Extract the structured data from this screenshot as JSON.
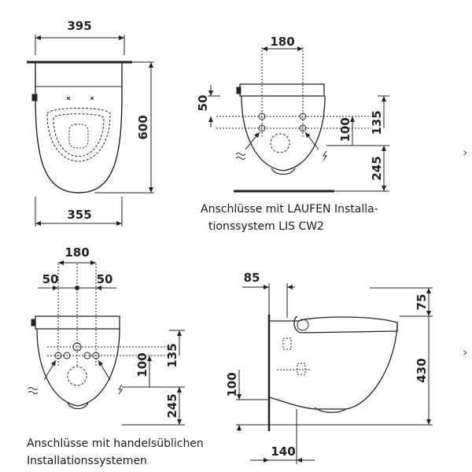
{
  "dimensions": {
    "top_view": {
      "overall_width": "395",
      "depth": "600",
      "bowl_width": "355"
    },
    "front_lis": {
      "connection_spacing": "180",
      "upper_offset": "50",
      "vertical_100": "100",
      "vertical_135": "135",
      "floor_height": "245"
    },
    "front_standard": {
      "connection_spacing": "180",
      "left_offset": "50",
      "right_offset": "50",
      "vertical_100": "100",
      "vertical_135": "135",
      "floor_height": "245"
    },
    "side_view": {
      "wall_offset": "85",
      "top_gap": "75",
      "height": "430",
      "lower_100": "100",
      "bottom_140": "140"
    }
  },
  "captions": {
    "lis_line1": "Anschlüsse mit LAUFEN Installa-",
    "lis_line2": "tionssystem LIS CW2",
    "std_line1": "Anschlüsse mit handelsüblichen",
    "std_line2": "Installationssystemen"
  },
  "navigation": {
    "next_icon": "›",
    "next_icon_2": "›"
  }
}
